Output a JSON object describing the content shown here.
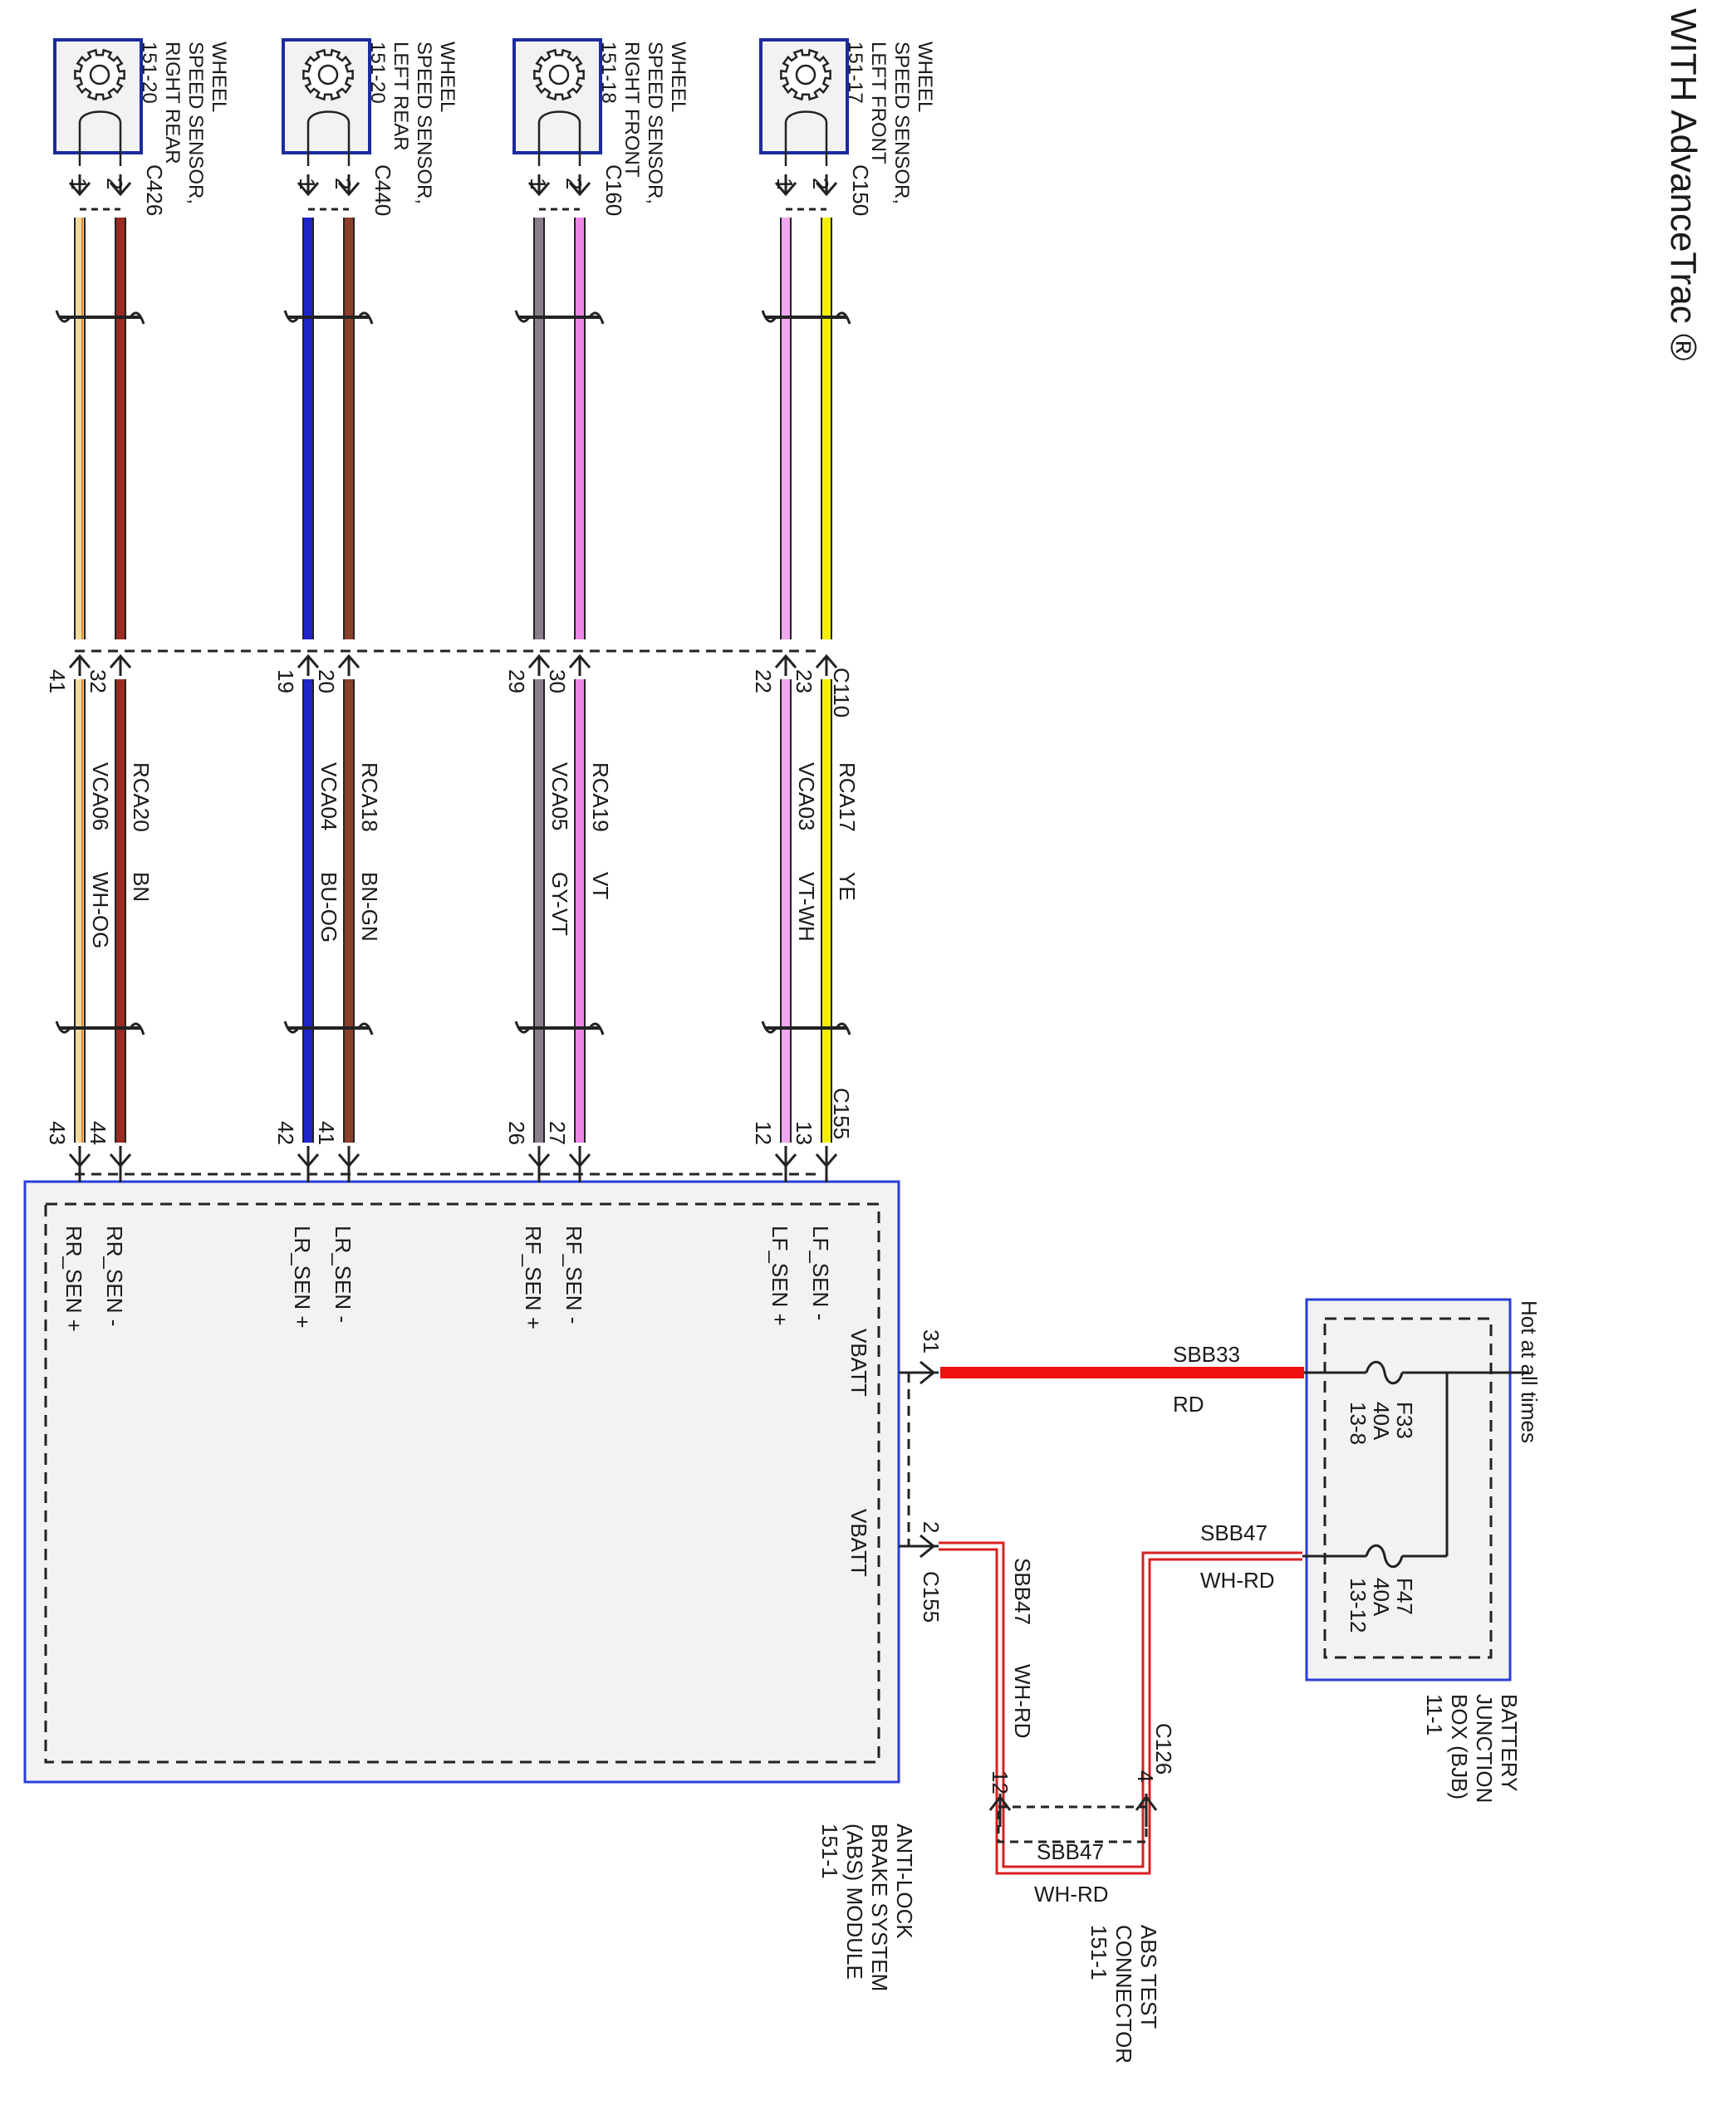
{
  "title": "WITH AdvanceTrac ®",
  "sensors": [
    {
      "id": "rr",
      "label_lines": [
        "WHEEL",
        "SPEED SENSOR,",
        "RIGHT REAR",
        "151-20"
      ],
      "top_connector": "C426",
      "top_pins": [
        "1",
        "2"
      ],
      "mid_pins": [
        "41",
        "32"
      ],
      "low_pins": [
        "43",
        "44"
      ],
      "wire_a": {
        "circuit": "VCA06",
        "color_code": "WH-OG",
        "color": "#f3d9a0",
        "stripe": "#e58a2a"
      },
      "wire_b": {
        "circuit": "RCA20",
        "color_code": "BN",
        "color": "#9b2a22"
      },
      "module_pins": [
        "RR_SEN +",
        "RR_SEN -"
      ]
    },
    {
      "id": "lr",
      "label_lines": [
        "WHEEL",
        "SPEED SENSOR,",
        "LEFT REAR",
        "151-20"
      ],
      "top_connector": "C440",
      "top_pins": [
        "1",
        "2"
      ],
      "mid_pins": [
        "19",
        "20"
      ],
      "low_pins": [
        "42",
        "41"
      ],
      "wire_a": {
        "circuit": "VCA04",
        "color_code": "BU-OG",
        "color": "#1f25c9",
        "stripe": "#1f25c9"
      },
      "wire_b": {
        "circuit": "RCA18",
        "color_code": "BN-GN",
        "color": "#8b3e2a"
      },
      "module_pins": [
        "LR_SEN +",
        "LR_SEN -"
      ]
    },
    {
      "id": "rf",
      "label_lines": [
        "WHEEL",
        "SPEED SENSOR,",
        "RIGHT FRONT",
        "151-18"
      ],
      "top_connector": "C160",
      "top_pins": [
        "1",
        "2"
      ],
      "mid_pins": [
        "29",
        "30"
      ],
      "low_pins": [
        "26",
        "27"
      ],
      "wire_a": {
        "circuit": "VCA05",
        "color_code": "GY-VT",
        "color": "#8a7e8c",
        "stripe": "#8a7e8c"
      },
      "wire_b": {
        "circuit": "RCA19",
        "color_code": "VT",
        "color": "#ee86e8"
      },
      "module_pins": [
        "RF_SEN +",
        "RF_SEN -"
      ]
    },
    {
      "id": "lf",
      "label_lines": [
        "WHEEL",
        "SPEED SENSOR,",
        "LEFT FRONT",
        "151-17"
      ],
      "top_connector": "C150",
      "top_pins": [
        "1",
        "2"
      ],
      "mid_pins": [
        "22",
        "23"
      ],
      "low_pins": [
        "12",
        "13"
      ],
      "wire_a": {
        "circuit": "VCA03",
        "color_code": "VT-WH",
        "color": "#f0a6f0",
        "stripe": "#f0a6f0"
      },
      "wire_b": {
        "circuit": "RCA17",
        "color_code": "YE",
        "color": "#f5f000"
      },
      "module_pins": [
        "LF_SEN +",
        "LF_SEN -"
      ]
    }
  ],
  "inline_connector_mid": "C110",
  "inline_connector_low": "C155",
  "abs_module": {
    "label_lines": [
      "ANTI-LOCK",
      "BRAKE SYSTEM",
      "(ABS) MODULE",
      "151-1"
    ],
    "vbatt_1": {
      "pin_label": "VBATT",
      "pin": "31"
    },
    "vbatt_2": {
      "pin_label": "VBATT",
      "pin": "2",
      "connector": "C155"
    }
  },
  "bjb": {
    "label_lines": [
      "BATTERY",
      "JUNCTION",
      "BOX (BJB)",
      "11-1"
    ],
    "hot_label": "Hot at all times",
    "fuse_1": [
      "F33",
      "40A",
      "13-8"
    ],
    "fuse_2": [
      "F47",
      "40A",
      "13-12"
    ]
  },
  "wire_sbb33": {
    "circuit": "SBB33",
    "color_code": "RD",
    "color": "#ee1010"
  },
  "wire_sbb47": {
    "circuit": "SBB47",
    "color_code": "WH-RD",
    "color": "#d92020"
  },
  "abs_test_connector": {
    "label_lines": [
      "ABS TEST",
      "CONNECTOR",
      "151-1"
    ],
    "connector": "C126",
    "pin_left": "12",
    "pin_right": "4"
  }
}
